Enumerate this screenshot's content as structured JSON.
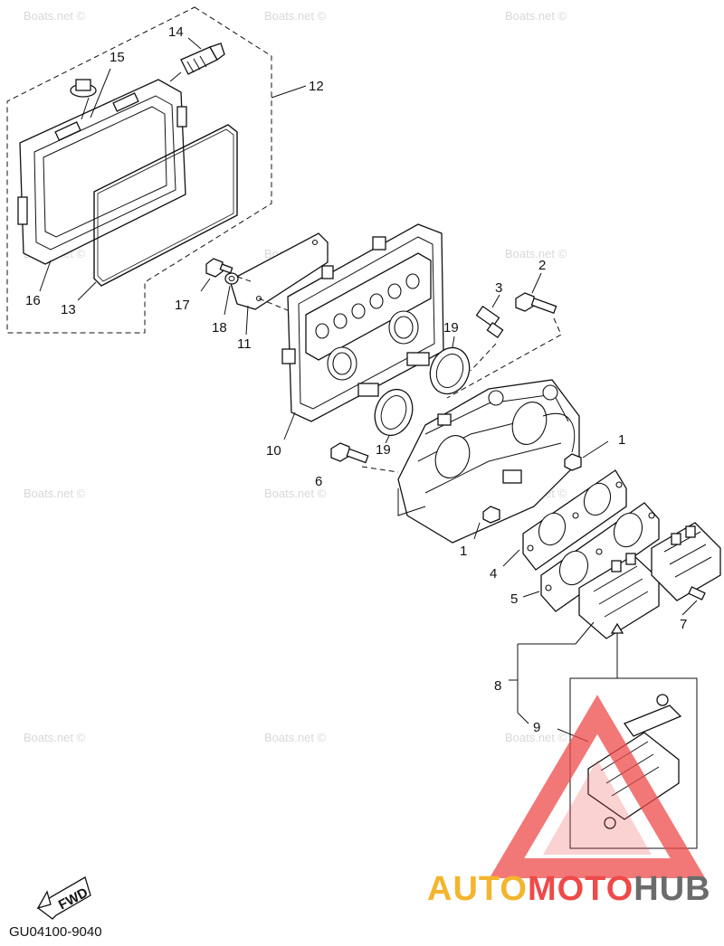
{
  "watermark_text": "Boats.net ©",
  "diagram_code": "GU04100-9040",
  "fwd_label": "FWD",
  "brand": {
    "part1": "AUTO",
    "part2": "MOTO",
    "part3": "HUB",
    "colors": {
      "auto": "#f3b52d",
      "moto": "#ee4a4a",
      "hub": "#6b6b6b",
      "triangle": "#ee4a4a"
    }
  },
  "callouts": {
    "c1": "1",
    "c2": "2",
    "c3": "3",
    "c4": "4",
    "c5": "5",
    "c6": "6",
    "c7": "7",
    "c8": "8",
    "c9": "9",
    "c10": "10",
    "c11": "11",
    "c12": "12",
    "c13": "13",
    "c14": "14",
    "c15": "15",
    "c16": "16",
    "c17": "17",
    "c18": "18",
    "c19": "19"
  }
}
